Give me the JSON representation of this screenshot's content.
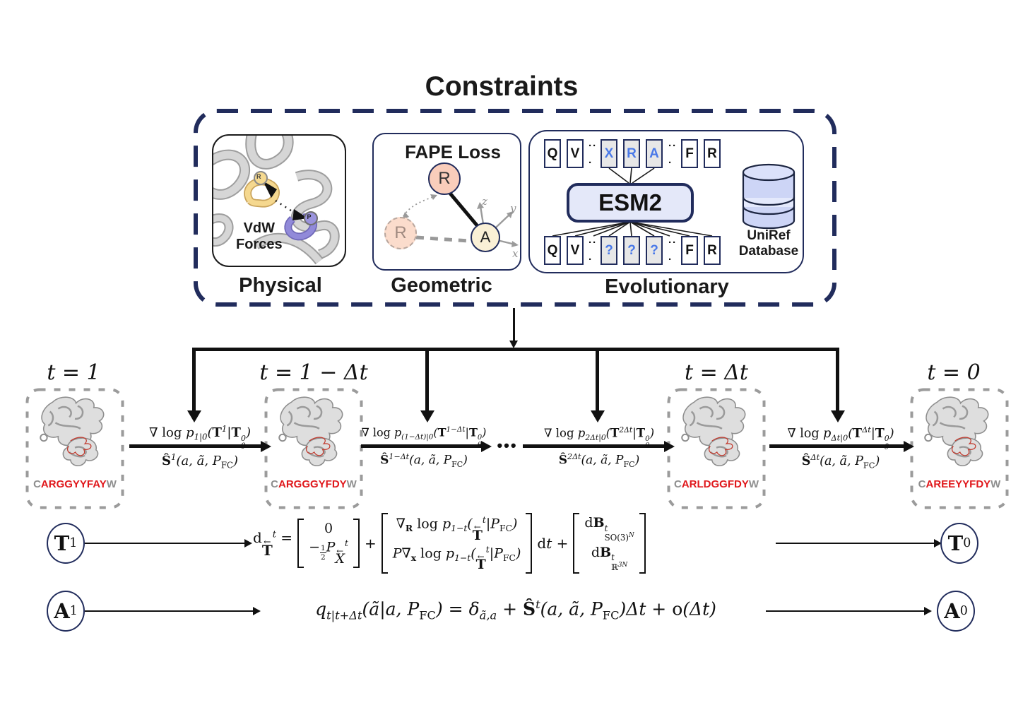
{
  "title": "Constraints",
  "colors": {
    "navy": "#212c5c",
    "token_blue": "#4a79e8",
    "sequence_red": "#e0181c",
    "sequence_gray": "#8e8e8e",
    "esm2_fill": "#e4e8f9",
    "db_fill": "#cdd5f6"
  },
  "panels": {
    "physical": {
      "caption": "Physical",
      "vdw_line1": "VdW",
      "vdw_line2": "Forces",
      "r_badge": "R",
      "p_badge": "P"
    },
    "geometric": {
      "caption": "Geometric",
      "title": "FAPE Loss",
      "node_r": "R",
      "node_r_ghost": "R",
      "node_a": "A",
      "axis_z": "z",
      "axis_y": "y",
      "axis_x": "x"
    },
    "evolutionary": {
      "caption": "Evolutionary",
      "esm2": "ESM2",
      "db_line1": "UniRef",
      "db_line2": "Database",
      "dots_top": "··",
      "dots_bot": "·",
      "top_tokens": [
        "Q",
        "V",
        "X",
        "R",
        "A",
        "F",
        "R"
      ],
      "bottom_tokens": [
        "Q",
        "V",
        "?",
        "?",
        "?",
        "F",
        "R"
      ]
    }
  },
  "timeline": {
    "ellipsis": "•••",
    "states": [
      {
        "time": "t = 1",
        "seq_prefix": "C",
        "seq_core": "ARGGYYFAY",
        "seq_suffix": "W"
      },
      {
        "time": "t = 1 − Δt",
        "seq_prefix": "C",
        "seq_core": "ARGGGYFDY",
        "seq_suffix": "W"
      },
      {
        "time": "t = Δt",
        "seq_prefix": "C",
        "seq_core": "ARLDGGFDY",
        "seq_suffix": "W"
      },
      {
        "time": "t = 0",
        "seq_prefix": "C",
        "seq_core": "AREEYYFDY",
        "seq_suffix": "W"
      }
    ],
    "transitions": [
      {
        "top": "∇ <span class='rm'>log</span> p<sub>1|0</sub>(<b class='rm'>T</b><sup>1</sup>|<b class='rm'>T</b><span class='ss'><sup>0</sup><sub>θ</sub></span>)",
        "bottom": "<b class='rm'>Ŝ</b><sup>1</sup>(a, ã, P<sub class='rm'>FC</sub>)"
      },
      {
        "top": "∇ <span class='rm'>log</span> p<sub>(1−Δt)|0</sub>(<b class='rm'>T</b><sup>1−Δt</sup>|<b class='rm'>T</b><span class='ss'><sup>0</sup><sub>θ</sub></span>)",
        "bottom": "<b class='rm'>Ŝ</b><sup>1−Δt</sup>(a, ã, P<sub class='rm'>FC</sub>)"
      },
      {
        "top": "∇ <span class='rm'>log</span> p<sub>2Δt|0</sub>(<b class='rm'>T</b><sup>2Δt</sup>|<b class='rm'>T</b><span class='ss'><sup>0</sup><sub>θ</sub></span>)",
        "bottom": "<b class='rm'>Ŝ</b><sup>2Δt</sup>(a, ã, P<sub class='rm'>FC</sub>)"
      },
      {
        "top": "∇ <span class='rm'>log</span> p<sub>Δt|0</sub>(<b class='rm'>T</b><sup>Δt</sup>|<b class='rm'>T</b><span class='ss'><sup>0</sup><sub>θ</sub></span>)",
        "bottom": "<b class='rm'>Ŝ</b><sup>Δt</sup>(a, ã, P<sub class='rm'>FC</sub>)"
      }
    ]
  },
  "equations": {
    "t1": "<b>T</b><sup>1</sup>",
    "t0": "<b>T</b><sup>0</sup>",
    "a1": "<b>A</b><sup>1</sup>",
    "a0": "<b>A</b><sup>0</sup>",
    "sde": {
      "lead": "<span class='rm'>d</span><span class='oarr'><span class='oat'>←</span><span class='oab'><b class='rm'>T</b></span></span><sup>t</sup> =",
      "b1r1": "<span class='rm'>0</span>",
      "b1r2": "−<span class='frac'><span>1</span><span>2</span></span>P<span class='oarr'><span class='oat'>←</span><span class='oab'>X</span></span><sup>t</sup>",
      "plus": "+",
      "b2r1": "∇<sub><b class='rm'>R</b></sub> <span class='rm'>log</span> p<sub>1−t</sub>(<span class='oarr'><span class='oat'>←</span><span class='oab'><b class='rm'>T</b></span></span><sup>t</sup>|P<sub class='rm'>FC</sub>)",
      "b2r2": "P∇<sub><b class='rm'>x</b></sub> <span class='rm'>log</span> p<sub>1−t</sub>(<span class='oarr'><span class='oat'>←</span><span class='oab'><b class='rm'>T</b></span></span><sup>t</sup>|P<sub class='rm'>FC</sub>)",
      "mid": "<span class='rm'>d</span>t +",
      "b3r1": "<span class='rm'>d</span><b class='rm'>B</b><span class='ss'><sup>t</sup><sub><span class='rm'>SO(3)</span><sup>N</sup></sub></span>",
      "b3r2": "<span class='rm'>d</span><b class='rm'>B</b><span class='ss'><sup>t</sup><sub><span class='rm'>ℝ</span><sup>3N</sup></sub></span>"
    },
    "jump": "q<sub>t|t+Δt</sub>(ã|a, P<sub class='rm'>FC</sub>) = δ<sub>ã,a</sub> + <b class='rm'>Ŝ</b><sup>t</sup>(a, ã, P<sub class='rm'>FC</sub>)Δt + <span class='rm'>o</span>(Δt)"
  }
}
